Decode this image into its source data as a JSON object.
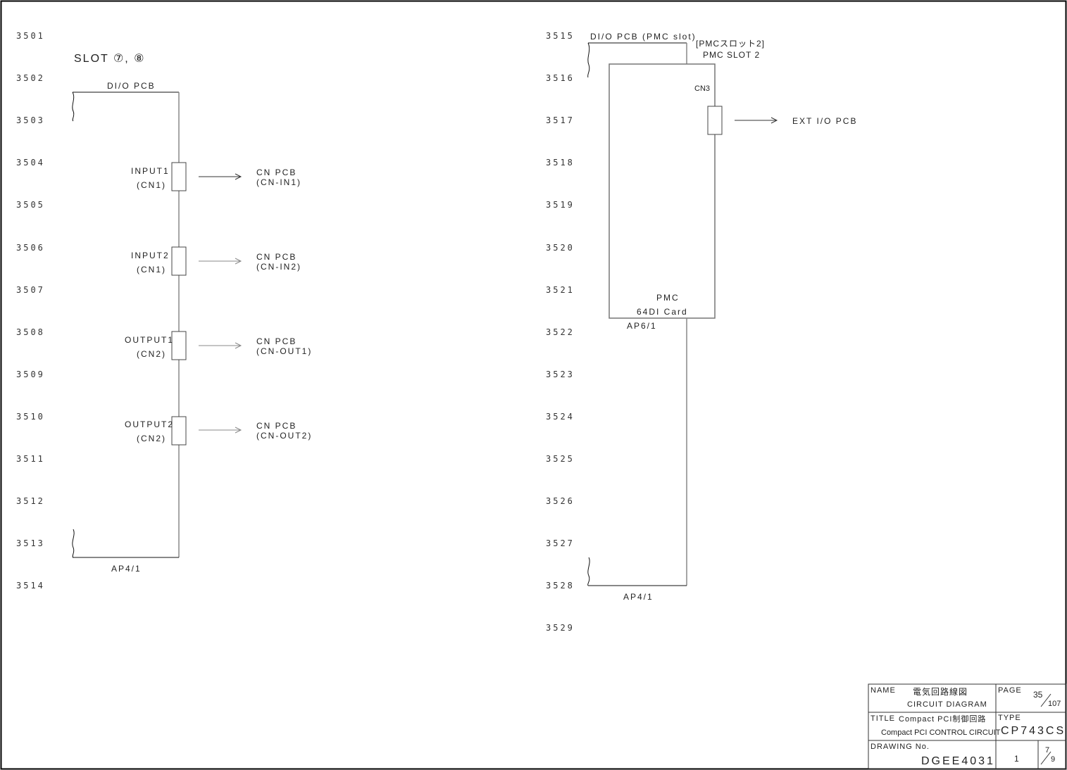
{
  "line_numbers": {
    "left": [
      "3501",
      "3502",
      "3503",
      "3504",
      "3505",
      "3506",
      "3507",
      "3508",
      "3509",
      "3510",
      "3511",
      "3512",
      "3513",
      "3514"
    ],
    "right": [
      "3515",
      "3516",
      "3517",
      "3518",
      "3519",
      "3520",
      "3521",
      "3522",
      "3523",
      "3524",
      "3525",
      "3526",
      "3527",
      "3528",
      "3529"
    ]
  },
  "left_circuit": {
    "slot_title": "SLOT ⑦, ⑧",
    "board_label": "DI/O PCB",
    "bottom_ref": "AP4/1",
    "connectors": [
      {
        "name": "INPUT1",
        "cn": "(CN1)",
        "dest": "CN PCB",
        "dest_cn": "(CN-IN1)"
      },
      {
        "name": "INPUT2",
        "cn": "(CN1)",
        "dest": "CN PCB",
        "dest_cn": "(CN-IN2)"
      },
      {
        "name": "OUTPUT1",
        "cn": "(CN2)",
        "dest": "CN PCB",
        "dest_cn": "(CN-OUT1)"
      },
      {
        "name": "OUTPUT2",
        "cn": "(CN2)",
        "dest": "CN PCB",
        "dest_cn": "(CN-OUT2)"
      }
    ]
  },
  "right_circuit": {
    "board_label": "DI/O PCB (PMC slot)",
    "slot_label_jp": "[PMCスロット2]",
    "slot_label_en": "PMC SLOT 2",
    "connector": "CN3",
    "dest": "EXT I/O PCB",
    "card_line1": "PMC",
    "card_line2": "64DI Card",
    "card_ref": "AP6/1",
    "bottom_ref": "AP4/1"
  },
  "title_block": {
    "name_label": "NAME",
    "name_jp": "電気回路線図",
    "name_en": "CIRCUIT DIAGRAM",
    "page_label": "PAGE",
    "page_num": "35",
    "page_total": "107",
    "title_label": "TITLE",
    "title_jp": "Compact PCI制御回路",
    "title_en": "Compact PCI CONTROL CIRCUIT",
    "type_label": "TYPE",
    "type_value": "CP743CS",
    "drawing_label": "DRAWING No.",
    "drawing_no": "DGEE4031",
    "revision": "1",
    "sheet_num": "7",
    "sheet_total": "9"
  }
}
